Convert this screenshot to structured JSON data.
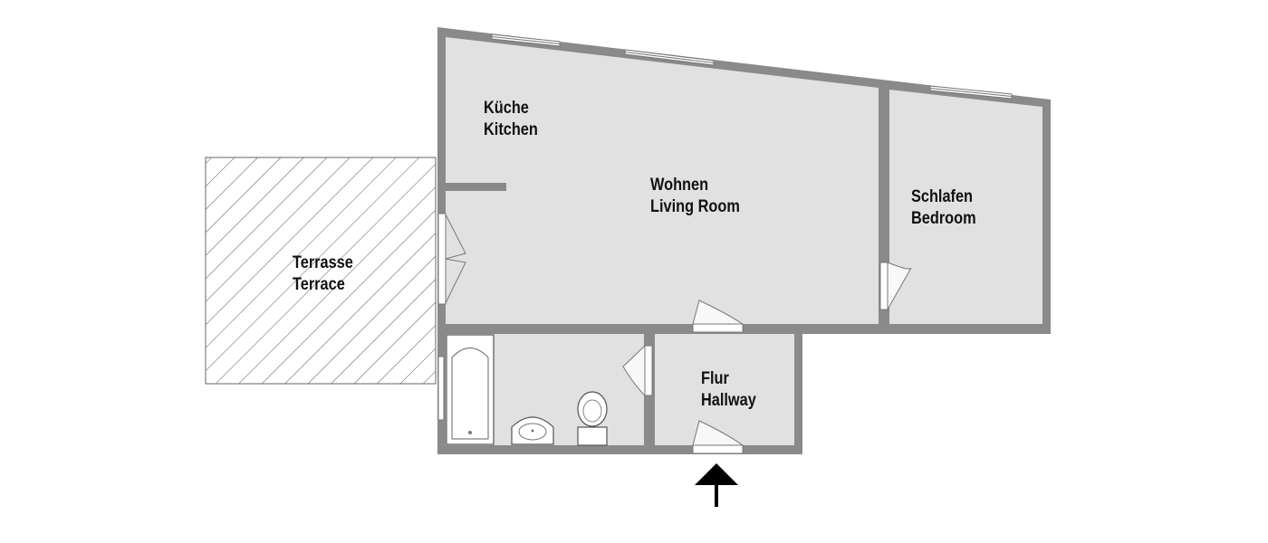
{
  "rooms": {
    "kitchen": {
      "de": "Küche",
      "en": "Kitchen"
    },
    "living": {
      "de": "Wohnen",
      "en": "Living Room"
    },
    "bedroom": {
      "de": "Schlafen",
      "en": "Bedroom"
    },
    "terrace": {
      "de": "Terrasse",
      "en": "Terrace"
    },
    "hallway": {
      "de": "Flur",
      "en": "Hallway"
    }
  },
  "entrance": {
    "icon": "entrance-arrow-icon"
  },
  "colors": {
    "wall": "#8a8a8a",
    "floor": "#e1e1e1",
    "terrace_hatch": "#555555",
    "text": "#111111"
  }
}
